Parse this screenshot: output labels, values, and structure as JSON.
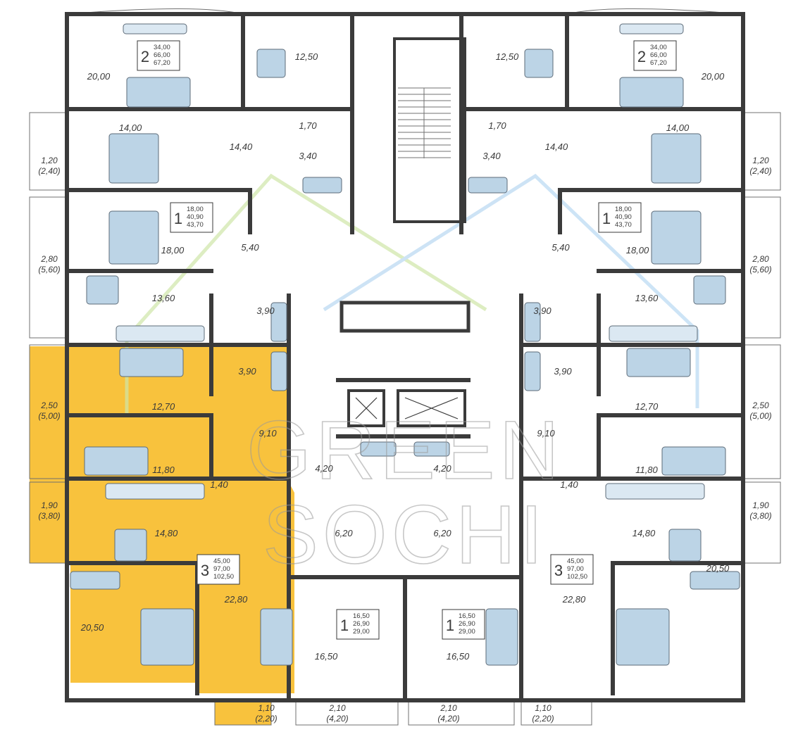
{
  "watermark": {
    "line1": "GREEN",
    "line2": "SOCHI"
  },
  "rooms": [
    {
      "label": "20,00"
    },
    {
      "label": "12,50"
    },
    {
      "label": "14,00"
    },
    {
      "label": "14,40"
    },
    {
      "label": "1,70"
    },
    {
      "label": "3,40"
    },
    {
      "label": "18,00"
    },
    {
      "label": "5,40"
    },
    {
      "label": "13,60"
    },
    {
      "label": "3,90"
    },
    {
      "label": "3,90"
    },
    {
      "label": "12,70"
    },
    {
      "label": "9,10"
    },
    {
      "label": "11,80"
    },
    {
      "label": "14,80"
    },
    {
      "label": "1,40"
    },
    {
      "label": "22,80"
    },
    {
      "label": "20,50"
    },
    {
      "label": "4,20"
    },
    {
      "label": "6,20"
    },
    {
      "label": "16,50"
    },
    {
      "label": "12,50"
    },
    {
      "label": "20,00"
    },
    {
      "label": "1,70"
    },
    {
      "label": "14,40"
    },
    {
      "label": "14,00"
    },
    {
      "label": "3,40"
    },
    {
      "label": "18,00"
    },
    {
      "label": "5,40"
    },
    {
      "label": "13,60"
    },
    {
      "label": "3,90"
    },
    {
      "label": "3,90"
    },
    {
      "label": "12,70"
    },
    {
      "label": "9,10"
    },
    {
      "label": "11,80"
    },
    {
      "label": "1,40"
    },
    {
      "label": "14,80"
    },
    {
      "label": "22,80"
    },
    {
      "label": "20,50"
    },
    {
      "label": "4,20"
    },
    {
      "label": "6,20"
    },
    {
      "label": "16,50"
    }
  ],
  "balconies": [
    {
      "label": "1,20",
      "label2": "(2,40)"
    },
    {
      "label": "2,80",
      "label2": "(5,60)"
    },
    {
      "label": "2,50",
      "label2": "(5,00)"
    },
    {
      "label": "1,90",
      "label2": "(3,80)"
    },
    {
      "label": "1,10",
      "label2": "(2,20)"
    },
    {
      "label": "2,10",
      "label2": "(4,20)"
    },
    {
      "label": "2,10",
      "label2": "(4,20)"
    },
    {
      "label": "1,10",
      "label2": "(2,20)"
    },
    {
      "label": "1,90",
      "label2": "(3,80)"
    },
    {
      "label": "2,50",
      "label2": "(5,00)"
    },
    {
      "label": "2,80",
      "label2": "(5,60)"
    },
    {
      "label": "1,20",
      "label2": "(2,40)"
    }
  ],
  "apartments": [
    {
      "rooms": "2",
      "living": "34,00",
      "total": "66,00",
      "with_balcony": "67,20"
    },
    {
      "rooms": "2",
      "living": "34,00",
      "total": "66,00",
      "with_balcony": "67,20"
    },
    {
      "rooms": "1",
      "living": "18,00",
      "total": "40,90",
      "with_balcony": "43,70"
    },
    {
      "rooms": "1",
      "living": "18,00",
      "total": "40,90",
      "with_balcony": "43,70"
    },
    {
      "rooms": "3",
      "living": "45,00",
      "total": "97,00",
      "with_balcony": "102,50"
    },
    {
      "rooms": "3",
      "living": "45,00",
      "total": "97,00",
      "with_balcony": "102,50"
    },
    {
      "rooms": "1",
      "living": "16,50",
      "total": "26,90",
      "with_balcony": "29,00"
    },
    {
      "rooms": "1",
      "living": "16,50",
      "total": "26,90",
      "with_balcony": "29,00"
    }
  ],
  "colors": {
    "highlight": "#f8c23d",
    "wall": "#3b3b3b",
    "furniture": "#bcd4e6",
    "logo_green": "#cfe6a8",
    "logo_blue": "#b8d8f2"
  }
}
